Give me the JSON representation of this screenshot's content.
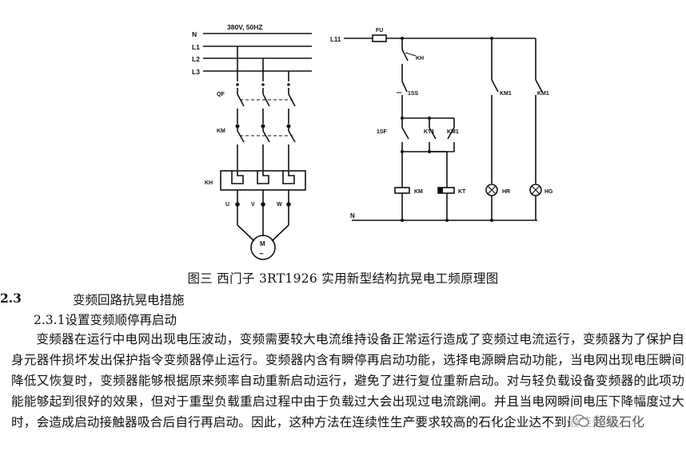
{
  "diagram": {
    "voltage": "380V,  50HZ",
    "lines": [
      "N",
      "L1",
      "L2",
      "L3"
    ],
    "labels": {
      "qf": "QF",
      "km_main": "KM",
      "kh": "KH",
      "u": "U",
      "v": "V",
      "w": "W",
      "motor_m": "M",
      "motor_tilde": "~",
      "l11": "L11",
      "fu": "FU",
      "kh_contact": "KH",
      "ss": "1SS",
      "sf": "1SF",
      "kt1": "KT1",
      "km1_a": "KM1",
      "km1_b": "KM1",
      "km1_c": "KM1",
      "coil_km": "KM",
      "coil_kt": "KT",
      "hr": "HR",
      "hg": "HG",
      "n_bottom": "N"
    }
  },
  "caption": "图三 西门子 3RT1926 实用新型结构抗晃电工频原理图",
  "section": {
    "number": "2.3",
    "title": "变频回路抗晃电措施"
  },
  "subsection": {
    "title": "2.3.1设置变频顺停再启动"
  },
  "paragraph": "变频器在运行中电网出现电压波动，变频需要较大电流维持设备正常运行造成了变频过电流运行，变频器为了保护自身元器件损坏发出保护指令变频器停止运行。变频器内含有瞬停再启动功能，选择电源瞬启动功能，当电网出现电压瞬间降低又恢复时，变频器能够根据原来频率自动重新启动运行，避免了进行复位重新启动。对与轻负载设备变频器的此项功能能够起到很好的效果，但对于重型负载重启过程中由于负载过大会出现过电流跳闸。并且当电网瞬间电压下降幅度过大时，会造成启动接触器吸合后自行再启动。因此，这种方法在连续性生产要求较高的石化企业达不到最佳效果。",
  "watermark": {
    "text": "超级石化"
  }
}
